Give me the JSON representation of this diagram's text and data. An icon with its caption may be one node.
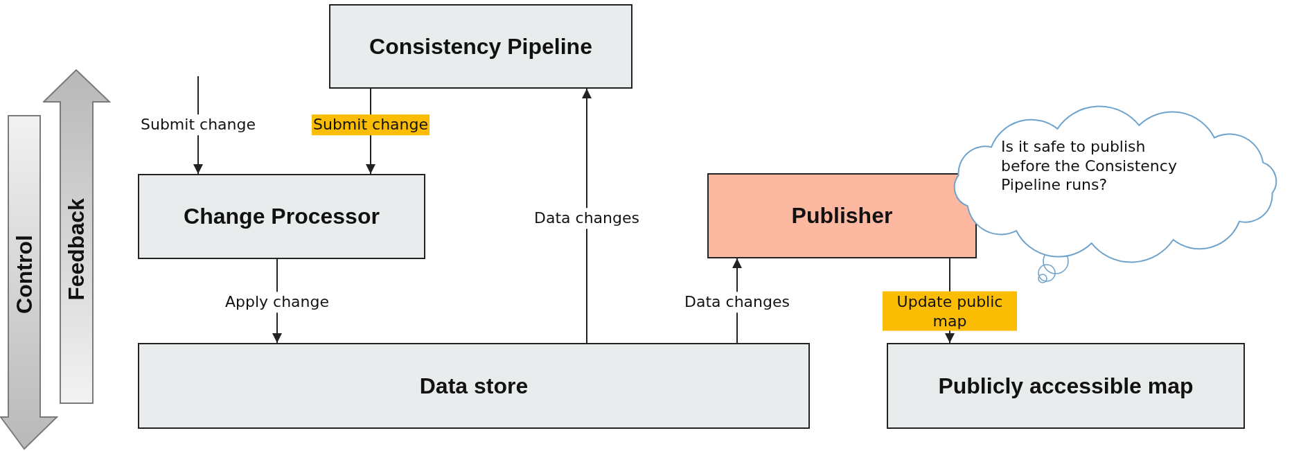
{
  "diagram": {
    "nodes": [
      {
        "text": [
          "Control"
        ]
      },
      {
        "text": [
          "Feedback"
        ]
      },
      {
        "text": [
          "Consistency Pipeline"
        ]
      },
      {
        "text": [
          "Change Processor"
        ]
      },
      {
        "text": [
          "Publisher"
        ]
      },
      {
        "text": [
          "Is it safe to publish before the Consistency Pipeline runs?"
        ]
      },
      {
        "text": [
          "Data store"
        ]
      },
      {
        "text": [
          "Publicly accessible map"
        ]
      }
    ],
    "edges": [
      {
        "from": null,
        "to": 3,
        "arrow": "to",
        "label": "Submit change"
      },
      {
        "from": 2,
        "to": 3,
        "arrow": "to",
        "label": "Submit change"
      },
      {
        "from": 3,
        "to": 6,
        "arrow": "to",
        "label": "Apply change"
      },
      {
        "from": 6,
        "to": 2,
        "arrow": "to",
        "label": "Data changes"
      },
      {
        "from": 6,
        "to": 4,
        "arrow": "to",
        "label": "Data changes"
      },
      {
        "from": 4,
        "to": 7,
        "arrow": "to",
        "label": "Update public map"
      }
    ]
  }
}
